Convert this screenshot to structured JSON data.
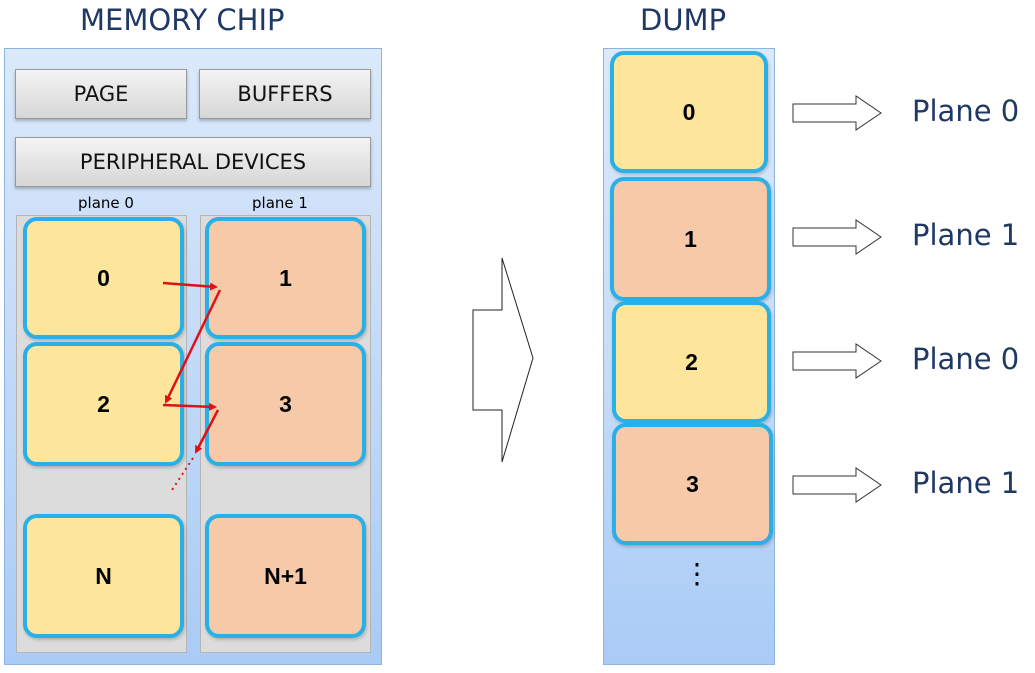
{
  "memory_chip": {
    "title": "MEMORY CHIP",
    "page_label": "PAGE",
    "buffers_label": "BUFFERS",
    "peripheral_label": "PERIPHERAL DEVICES",
    "plane0_label": "plane 0",
    "plane1_label": "plane 1",
    "blocks": {
      "b0": "0",
      "b1": "1",
      "b2": "2",
      "b3": "3",
      "bN": "N",
      "bN1": "N+1"
    }
  },
  "dump": {
    "title": "DUMP",
    "blocks": [
      "0",
      "1",
      "2",
      "3"
    ],
    "ellipsis": "⋮"
  },
  "mapping": [
    "Plane 0",
    "Plane 1",
    "Plane 0",
    "Plane 1"
  ],
  "colors": {
    "plane0_fill": "#fde69b",
    "plane1_fill": "#f6c9a8",
    "block_border": "#29b0e6",
    "read_order_arrow": "#e0101a",
    "title_text": "#1f3864"
  }
}
